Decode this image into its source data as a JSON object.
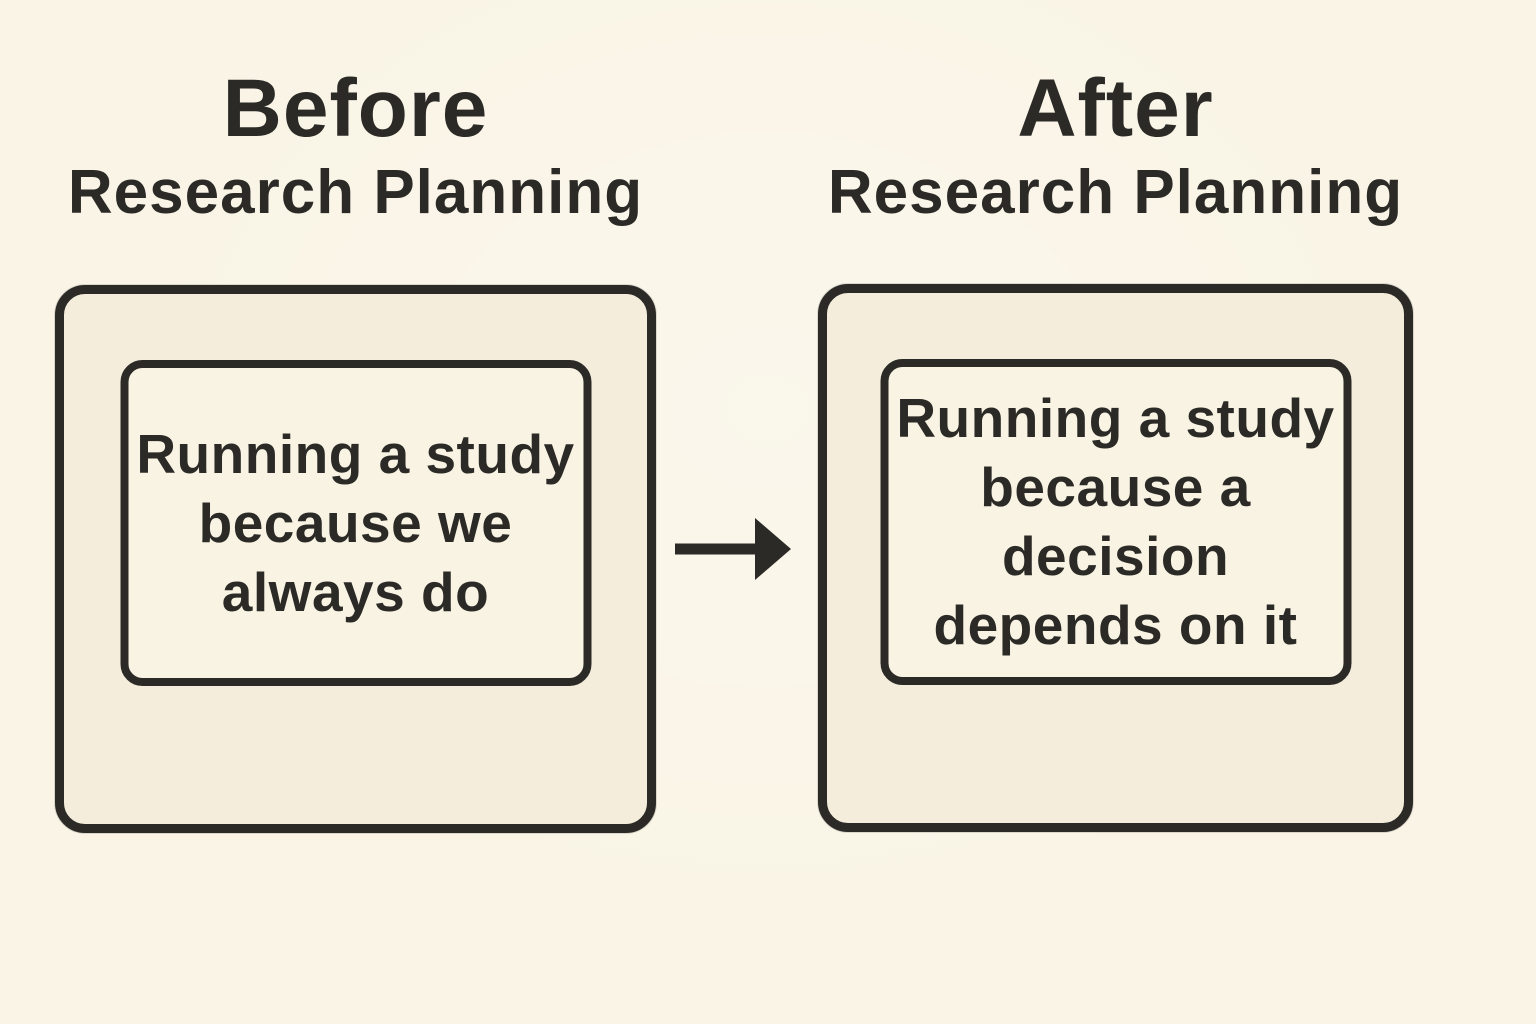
{
  "colors": {
    "background": "#f9f4e5",
    "ink": "#2b2a26",
    "card-fill": "#f4eddc",
    "inner-fill": "#f8f3e3"
  },
  "before": {
    "title_line1": "Before",
    "title_line2": "Research Planning",
    "card_text": "Running a study\nbecause we\nalways do"
  },
  "after": {
    "title_line1": "After",
    "title_line2": "Research Planning",
    "card_text": "Running a study\nbecause a decision\ndepends on it"
  },
  "arrow": {
    "icon": "arrow-right-icon",
    "direction": "left-to-right"
  }
}
